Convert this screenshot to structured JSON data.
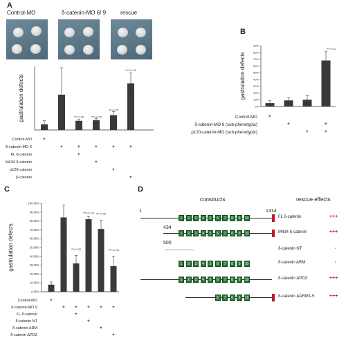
{
  "panels": {
    "A": "A",
    "B": "B",
    "C": "C",
    "D": "D"
  },
  "panelA": {
    "image_labels": [
      "Control-MO",
      "δ-catenin-MO 6/ 9",
      "rescue"
    ],
    "ylabel": "gastrulation defects",
    "row_labels": [
      "Control-MO",
      "δ-catenin-MO 6",
      "FL δ-catenin",
      "M434 δ-catenin",
      "p120-catenin",
      "β-catenin"
    ],
    "plus_marks": [
      [
        1,
        0,
        0,
        0,
        0,
        0
      ],
      [
        0,
        1,
        1,
        1,
        1,
        1
      ],
      [
        0,
        0,
        1,
        0,
        0,
        0
      ],
      [
        0,
        0,
        0,
        1,
        0,
        0
      ],
      [
        0,
        0,
        0,
        0,
        1,
        0
      ],
      [
        0,
        0,
        0,
        0,
        0,
        1
      ]
    ],
    "annotations": [
      "*P<0.05",
      "**P<0.05",
      "*P<0.05",
      "**P<0.05"
    ]
  },
  "panelB": {
    "ylabel": "gastrulation defects",
    "ticks": [
      "0%",
      "10%",
      "20%",
      "30%",
      "40%",
      "50%",
      "60%",
      "70%",
      "80%",
      "90%"
    ],
    "row_labels": [
      "Control-MO",
      "δ-catenin-MO 6 (sub-phenotypic)",
      "p120-catenin-MO (sub-phenotypic)"
    ],
    "plus_marks": [
      [
        1,
        0,
        0,
        0
      ],
      [
        0,
        1,
        0,
        1
      ],
      [
        0,
        0,
        1,
        1
      ]
    ],
    "annotation": "*P<0.01"
  },
  "panelC": {
    "ylabel": "gastrulation defects",
    "ticks": [
      "0.00%",
      "10.00%",
      "20.00%",
      "30.00%",
      "40.00%",
      "50.00%",
      "60.00%",
      "70.00%",
      "80.00%",
      "90.00%",
      "100.00%"
    ],
    "row_labels": [
      "Control-MO",
      "δ-catenin-MO 9",
      "FL δ-catenin",
      "δ-catenin NT",
      "δ-catenin ARM",
      "δ-catenin ΔPDZ"
    ],
    "plus_marks": [
      [
        1,
        0,
        0,
        0,
        0,
        0
      ],
      [
        0,
        1,
        1,
        1,
        1,
        1
      ],
      [
        0,
        0,
        1,
        0,
        0,
        0
      ],
      [
        0,
        0,
        0,
        1,
        0,
        0
      ],
      [
        0,
        0,
        0,
        0,
        1,
        0
      ],
      [
        0,
        0,
        0,
        0,
        0,
        1
      ]
    ],
    "annotations": [
      "*P<0.05",
      "**P<0.05",
      "*P<0.05",
      "**P<0.05"
    ]
  },
  "panelD": {
    "header_constructs": "constructs",
    "header_rescue": "rescue effects",
    "pos_start": "1",
    "pos_end": "1314",
    "pos_434": "434",
    "pos_500": "500",
    "constructs": [
      {
        "name": "FL δ-catenin",
        "effect": "+++"
      },
      {
        "name": "M434 δ-catenin",
        "effect": "+++"
      },
      {
        "name": "δ-catenin NT",
        "effect": "-"
      },
      {
        "name": "δ-catenin ARM",
        "effect": "-"
      },
      {
        "name": "δ-catenin ΔPDZ",
        "effect": "+++"
      },
      {
        "name": "δ-catenin ΔARM1-5",
        "effect": "+++"
      }
    ],
    "repeat_numbers": [
      "1",
      "2",
      "3",
      "4",
      "5",
      "6",
      "7",
      "8",
      "9",
      "10"
    ]
  },
  "chart_data": [
    {
      "type": "bar",
      "panel": "A",
      "categories": [
        "1",
        "2",
        "3",
        "4",
        "5",
        "6"
      ],
      "values": [
        0.08,
        0.5,
        0.13,
        0.14,
        0.21,
        0.66
      ],
      "errors": [
        0.05,
        0.38,
        0.02,
        0.02,
        0.05,
        0.15
      ],
      "ylabel": "gastrulation defects",
      "ylim": [
        0,
        0.9
      ]
    },
    {
      "type": "bar",
      "panel": "B",
      "categories": [
        "1",
        "2",
        "3",
        "4"
      ],
      "values": [
        5,
        9,
        10,
        68
      ],
      "errors": [
        4,
        4,
        6,
        13
      ],
      "ylabel": "gastrulation defects",
      "ylim": [
        0,
        90
      ]
    },
    {
      "type": "bar",
      "panel": "C",
      "categories": [
        "1",
        "2",
        "3",
        "4",
        "5",
        "6"
      ],
      "values": [
        8,
        84,
        32,
        82,
        71,
        29
      ],
      "errors": [
        3,
        14,
        9,
        3,
        10,
        11
      ],
      "ylabel": "gastrulation defects",
      "ylim": [
        0,
        100
      ]
    }
  ]
}
